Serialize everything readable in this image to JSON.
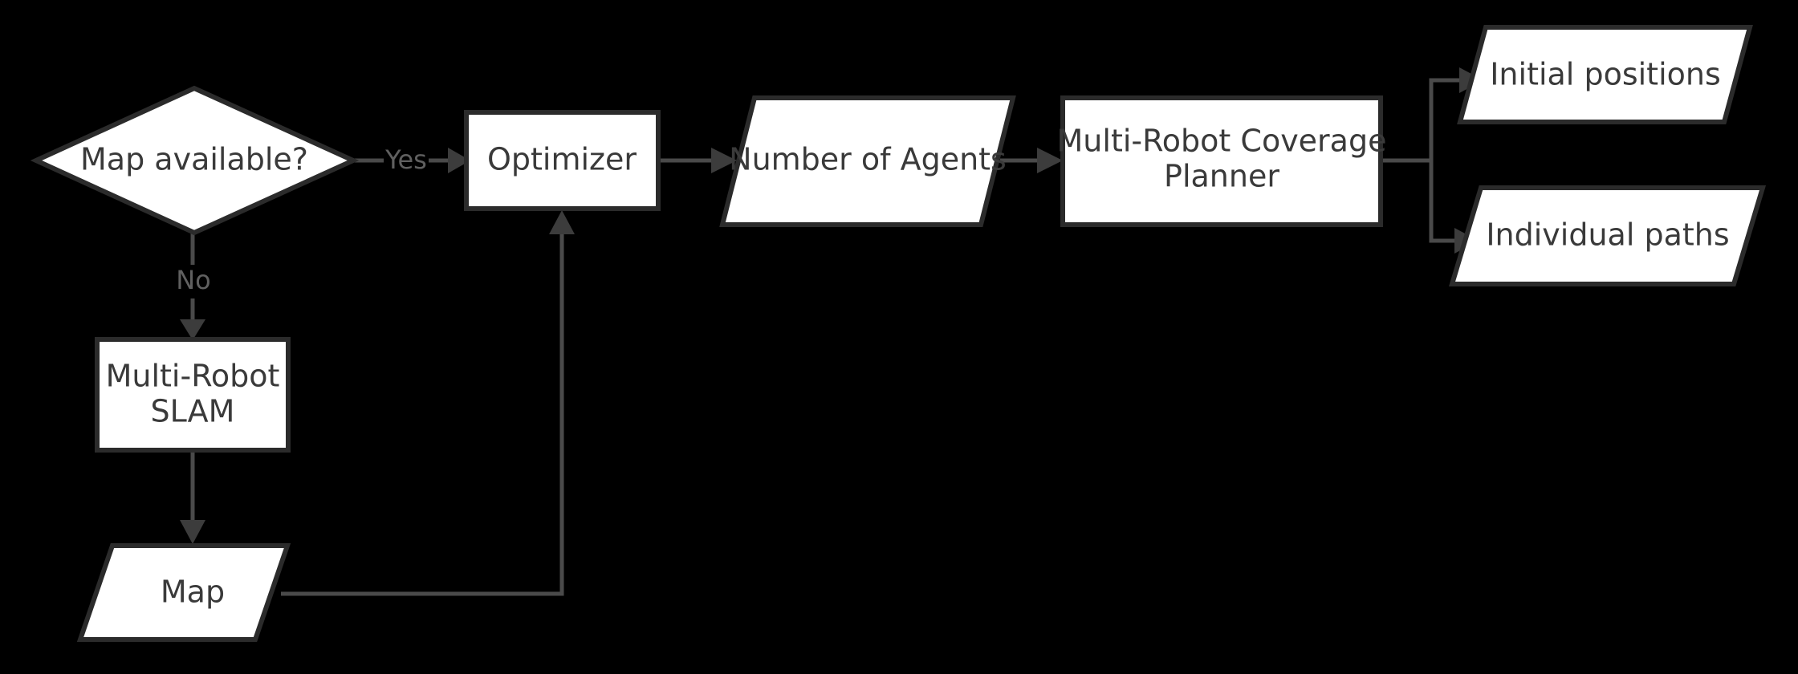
{
  "diagram": {
    "title": "Multi-Robot Coverage Planning Flowchart",
    "background_color": "#000000",
    "node_fill_color": "#ffffff",
    "node_stroke_color": "#2b2b2b",
    "node_text_color": "#3a3a3a",
    "edge_color": "#4a4a4a",
    "edge_label_color": "#606060"
  },
  "nodes": {
    "decision_map_available": {
      "label": "Map available?",
      "shape": "diamond"
    },
    "optimizer": {
      "label": "Optimizer",
      "shape": "rectangle"
    },
    "number_of_agents": {
      "label": "Number of Agents",
      "shape": "parallelogram"
    },
    "coverage_planner": {
      "label_line_1": "Multi-Robot Coverage",
      "label_line_2": "Planner",
      "shape": "rectangle"
    },
    "initial_positions": {
      "label": "Initial positions",
      "shape": "parallelogram"
    },
    "individual_paths": {
      "label": "Individual paths",
      "shape": "parallelogram"
    },
    "multi_robot_slam": {
      "label_line_1": "Multi-Robot",
      "label_line_2": "SLAM",
      "shape": "rectangle"
    },
    "map": {
      "label": "Map",
      "shape": "parallelogram"
    }
  },
  "edge_labels": {
    "yes": "Yes",
    "no": "No"
  },
  "edges": [
    {
      "name": "decision-to-optimizer",
      "from": "decision_map_available",
      "to": "optimizer",
      "label": "Yes"
    },
    {
      "name": "decision-to-slam",
      "from": "decision_map_available",
      "to": "multi_robot_slam",
      "label": "No"
    },
    {
      "name": "optimizer-to-agents",
      "from": "optimizer",
      "to": "number_of_agents",
      "label": ""
    },
    {
      "name": "agents-to-planner",
      "from": "number_of_agents",
      "to": "coverage_planner",
      "label": ""
    },
    {
      "name": "planner-to-initial-positions",
      "from": "coverage_planner",
      "to": "initial_positions",
      "label": ""
    },
    {
      "name": "planner-to-individual-paths",
      "from": "coverage_planner",
      "to": "individual_paths",
      "label": ""
    },
    {
      "name": "slam-to-map",
      "from": "multi_robot_slam",
      "to": "map",
      "label": ""
    },
    {
      "name": "map-to-optimizer",
      "from": "map",
      "to": "optimizer",
      "label": ""
    }
  ]
}
